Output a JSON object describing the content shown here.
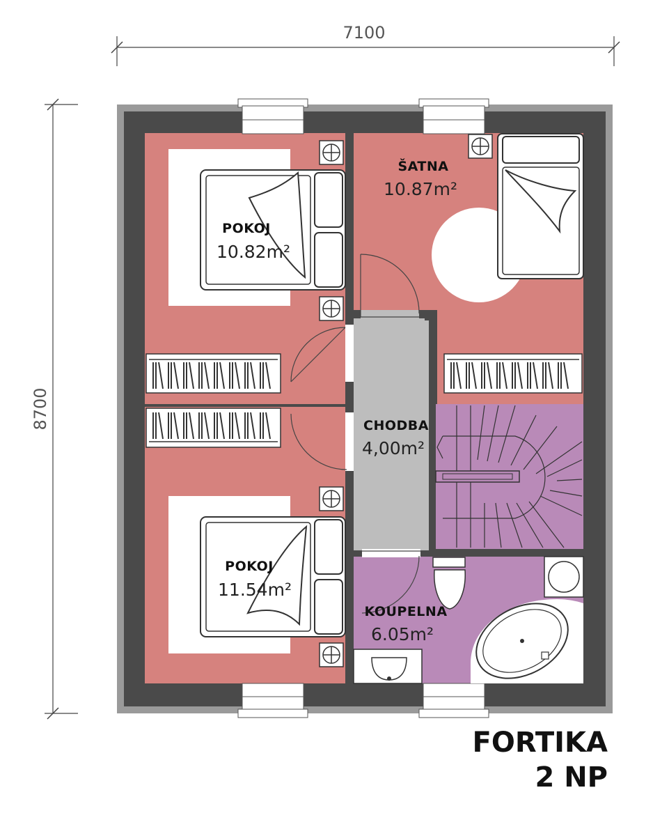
{
  "dimensions": {
    "width": "7100",
    "height": "8700"
  },
  "rooms": {
    "pokoj_top": {
      "name": "POKOJ",
      "area": "10.82m²"
    },
    "satna": {
      "name": "ŠATNA",
      "area": "10.87m²"
    },
    "chodba": {
      "name": "CHODBA",
      "area": "4,00m²"
    },
    "pokoj_bottom": {
      "name": "POKOJ",
      "area": "11.54m²"
    },
    "koupelna": {
      "name": "KOUPELNA",
      "area": "6.05m²"
    }
  },
  "title": {
    "line1": "FORTIKA",
    "line2": "2 NP"
  },
  "colors": {
    "wall": "#4a4a4a",
    "wall_outer": "#9a9a9a",
    "bedroom": "#d6827e",
    "hall": "#bdbdbd",
    "bath": "#b98ab8",
    "stairs": "#b98ab8",
    "furniture": "#ffffff"
  }
}
